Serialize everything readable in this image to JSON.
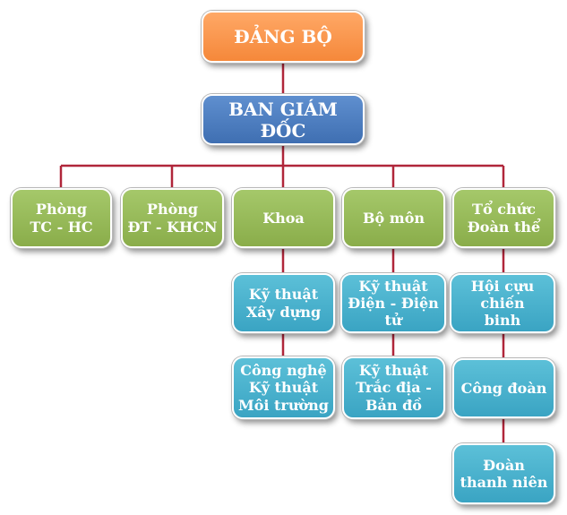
{
  "colors": {
    "top": "#f5883a",
    "director": "#3f6fb2",
    "department": "#8aad4a",
    "subunit": "#3aa4c3",
    "connector": "#b0263a"
  },
  "nodes": {
    "dang_bo": "ĐẢNG BỘ",
    "ban_giam_doc": "BAN GIÁM ĐỐC",
    "phong_tc_hc": "Phòng\nTC - HC",
    "phong_dt_khcn": "Phòng\nĐT - KHCN",
    "khoa": "Khoa",
    "bo_mon": "Bộ môn",
    "to_chuc_doan_the": "Tổ chức\nĐoàn thể",
    "ky_thuat_xay_dung": "Kỹ thuật\nXây dựng",
    "cong_nghe_ky_thuat_moi_truong": "Công nghệ\nKỹ thuật\nMôi trường",
    "ky_thuat_dien_dien_tu": "Kỹ thuật\nĐiện - Điện tử",
    "ky_thuat_trac_dia_ban_do": "Kỹ thuật\nTrắc địa -\nBản đồ",
    "hoi_cuu_chien_binh": "Hội cựu chiến\nbinh",
    "cong_doan": "Công đoàn",
    "doan_thanh_nien": "Đoàn\nthanh niên"
  }
}
